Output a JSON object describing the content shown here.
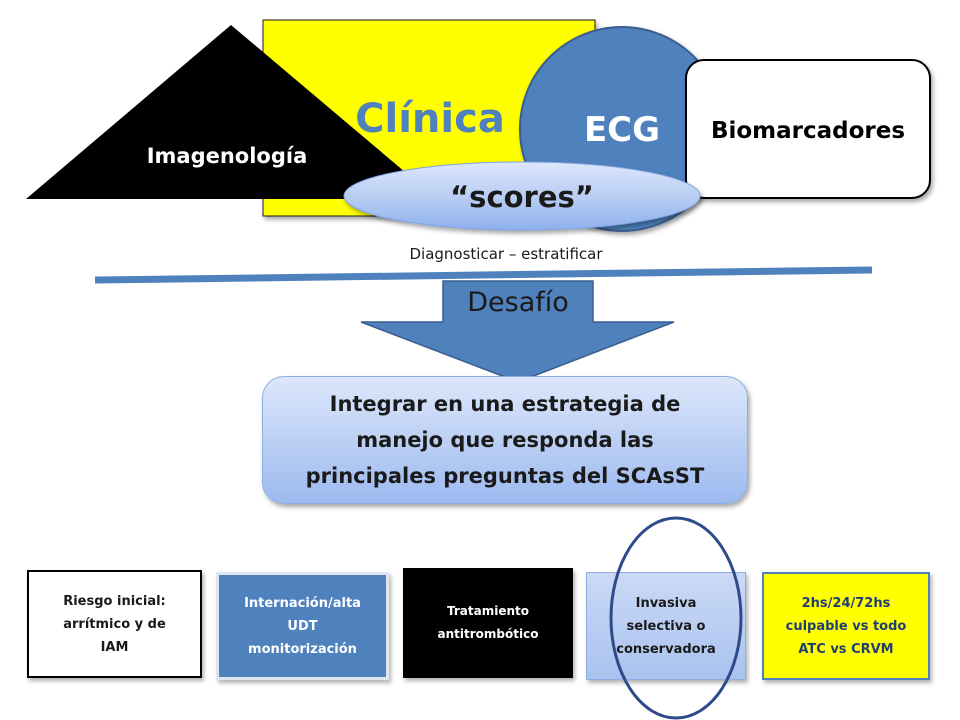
{
  "top": {
    "clinica": "Clínica",
    "ecg": "ECG",
    "biomarcadores": "Biomarcadores",
    "imagenologia": "Imagenología",
    "scores": "“scores”",
    "diagnosticar": "Diagnosticar – estratificar"
  },
  "middle": {
    "desafio": "Desafío",
    "integrar": "Integrar en una estrategia de\nmanejo que responda las\nprincipales preguntas del SCAsST"
  },
  "boxes": [
    {
      "label": "Riesgo inicial:\narrítmico y de\nIAM"
    },
    {
      "label": "Internación/alta\nUDT\nmonitorización"
    },
    {
      "label": "Tratamiento\nantitrombótico"
    },
    {
      "label": "Invasiva\nselectiva o\nconservadora"
    },
    {
      "label": "2hs/24/72hs\nculpable vs todo\nATC vs CRVM"
    }
  ],
  "colors": {
    "yellow": "#ffff00",
    "blue": "#4f81bd",
    "clinica_text": "#4f81bd",
    "black": "#000000"
  }
}
